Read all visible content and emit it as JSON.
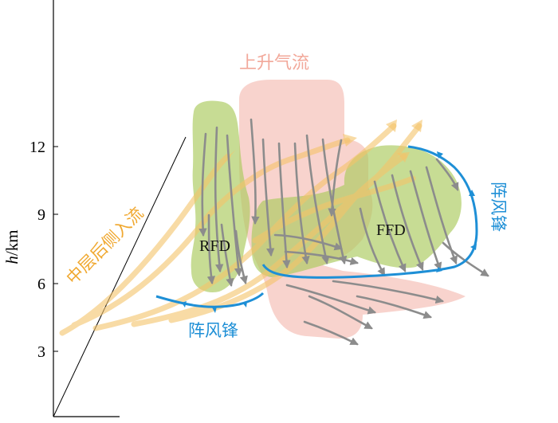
{
  "axis": {
    "label_italic": "h",
    "label_unit": "/km",
    "ticks": [
      "3",
      "6",
      "9",
      "12"
    ]
  },
  "labels": {
    "updraft": "上升气流",
    "rfd": "RFD",
    "ffd": "FFD",
    "mid_level_inflow": "中层后侧入流",
    "gust_front_left": "阵风锋",
    "gust_front_right": "阵风锋"
  },
  "colors": {
    "updraft_fill": "#f4b6ac",
    "downdraft_fill": "#a9c95b",
    "inflow_arrow": "#f5c46a",
    "inflow_text": "#f0a830",
    "gust_front": "#1e8fd6",
    "stream_arrow": "#8c8c8c",
    "updraft_text": "#f2a89a"
  }
}
